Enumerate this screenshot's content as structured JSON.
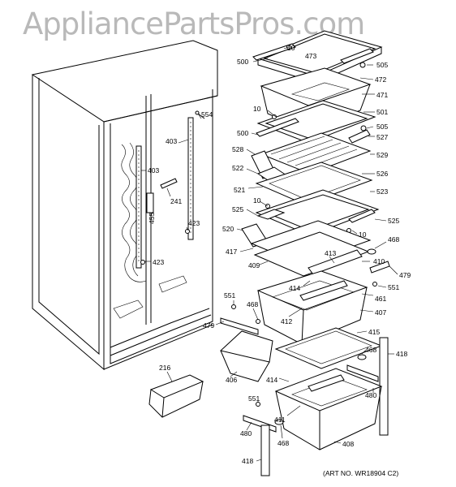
{
  "watermark": "AppliancePartsPros.com",
  "art_number": "(ART NO. WR18904 C2)",
  "callouts": [
    {
      "id": "c500a",
      "text": "500"
    },
    {
      "id": "c10a",
      "text": "10"
    },
    {
      "id": "c473",
      "text": "473"
    },
    {
      "id": "c505a",
      "text": "505"
    },
    {
      "id": "c472",
      "text": "472"
    },
    {
      "id": "c471",
      "text": "471"
    },
    {
      "id": "c10b",
      "text": "10"
    },
    {
      "id": "c501",
      "text": "501"
    },
    {
      "id": "c505b",
      "text": "505"
    },
    {
      "id": "c500b",
      "text": "500"
    },
    {
      "id": "c527",
      "text": "527"
    },
    {
      "id": "c528",
      "text": "528"
    },
    {
      "id": "c529",
      "text": "529"
    },
    {
      "id": "c522",
      "text": "522"
    },
    {
      "id": "c526",
      "text": "526"
    },
    {
      "id": "c521",
      "text": "521"
    },
    {
      "id": "c523",
      "text": "523"
    },
    {
      "id": "c10c",
      "text": "10"
    },
    {
      "id": "c525a",
      "text": "525"
    },
    {
      "id": "c525b",
      "text": "525"
    },
    {
      "id": "c10d",
      "text": "10"
    },
    {
      "id": "c520",
      "text": "520"
    },
    {
      "id": "c468a",
      "text": "468"
    },
    {
      "id": "c417",
      "text": "417"
    },
    {
      "id": "c413",
      "text": "413"
    },
    {
      "id": "c410",
      "text": "410"
    },
    {
      "id": "c409",
      "text": "409"
    },
    {
      "id": "c479a",
      "text": "479"
    },
    {
      "id": "c414a",
      "text": "414"
    },
    {
      "id": "c551a",
      "text": "551"
    },
    {
      "id": "c461",
      "text": "461"
    },
    {
      "id": "c551b",
      "text": "551"
    },
    {
      "id": "c468b",
      "text": "468"
    },
    {
      "id": "c407",
      "text": "407"
    },
    {
      "id": "c412",
      "text": "412"
    },
    {
      "id": "c479b",
      "text": "479"
    },
    {
      "id": "c415",
      "text": "415"
    },
    {
      "id": "c468c",
      "text": "468"
    },
    {
      "id": "c418a",
      "text": "418"
    },
    {
      "id": "c406",
      "text": "406"
    },
    {
      "id": "c414b",
      "text": "414"
    },
    {
      "id": "c480a",
      "text": "480"
    },
    {
      "id": "c216",
      "text": "216"
    },
    {
      "id": "c551c",
      "text": "551"
    },
    {
      "id": "c411",
      "text": "411"
    },
    {
      "id": "c480b",
      "text": "480"
    },
    {
      "id": "c468d",
      "text": "468"
    },
    {
      "id": "c408",
      "text": "408"
    },
    {
      "id": "c418b",
      "text": "418"
    },
    {
      "id": "c554",
      "text": "554"
    },
    {
      "id": "c403a",
      "text": "403"
    },
    {
      "id": "c403b",
      "text": "403"
    },
    {
      "id": "c241",
      "text": "241"
    },
    {
      "id": "c455",
      "text": "455"
    },
    {
      "id": "c423a",
      "text": "423"
    },
    {
      "id": "c423b",
      "text": "423"
    }
  ]
}
